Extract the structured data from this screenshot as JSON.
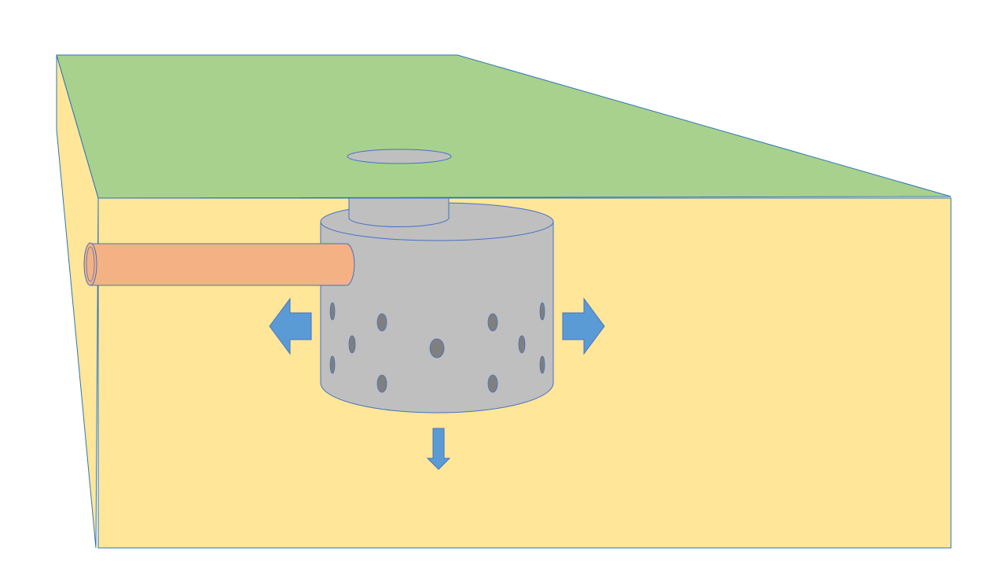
{
  "diagram": {
    "kind": "soakaway-pit-cross-section",
    "components": {
      "ground_surface": "grass",
      "soil_block": "soil",
      "inlet_pipe": "inlet-pipe",
      "chamber": "perforated-chamber",
      "riser": "riser-neck",
      "access_cover": "access-cover",
      "flow_directions": [
        "left",
        "right",
        "down"
      ]
    },
    "colors": {
      "grass": "#a9d18e",
      "soil": "#ffe699",
      "outline": "#2e75b6",
      "chamber": "#bfbfbf",
      "chamber_outline": "#4472c4",
      "hole": "#7f7f7f",
      "pipe": "#f4b183",
      "arrow": "#5b9bd5",
      "background": "#ffffff"
    }
  }
}
